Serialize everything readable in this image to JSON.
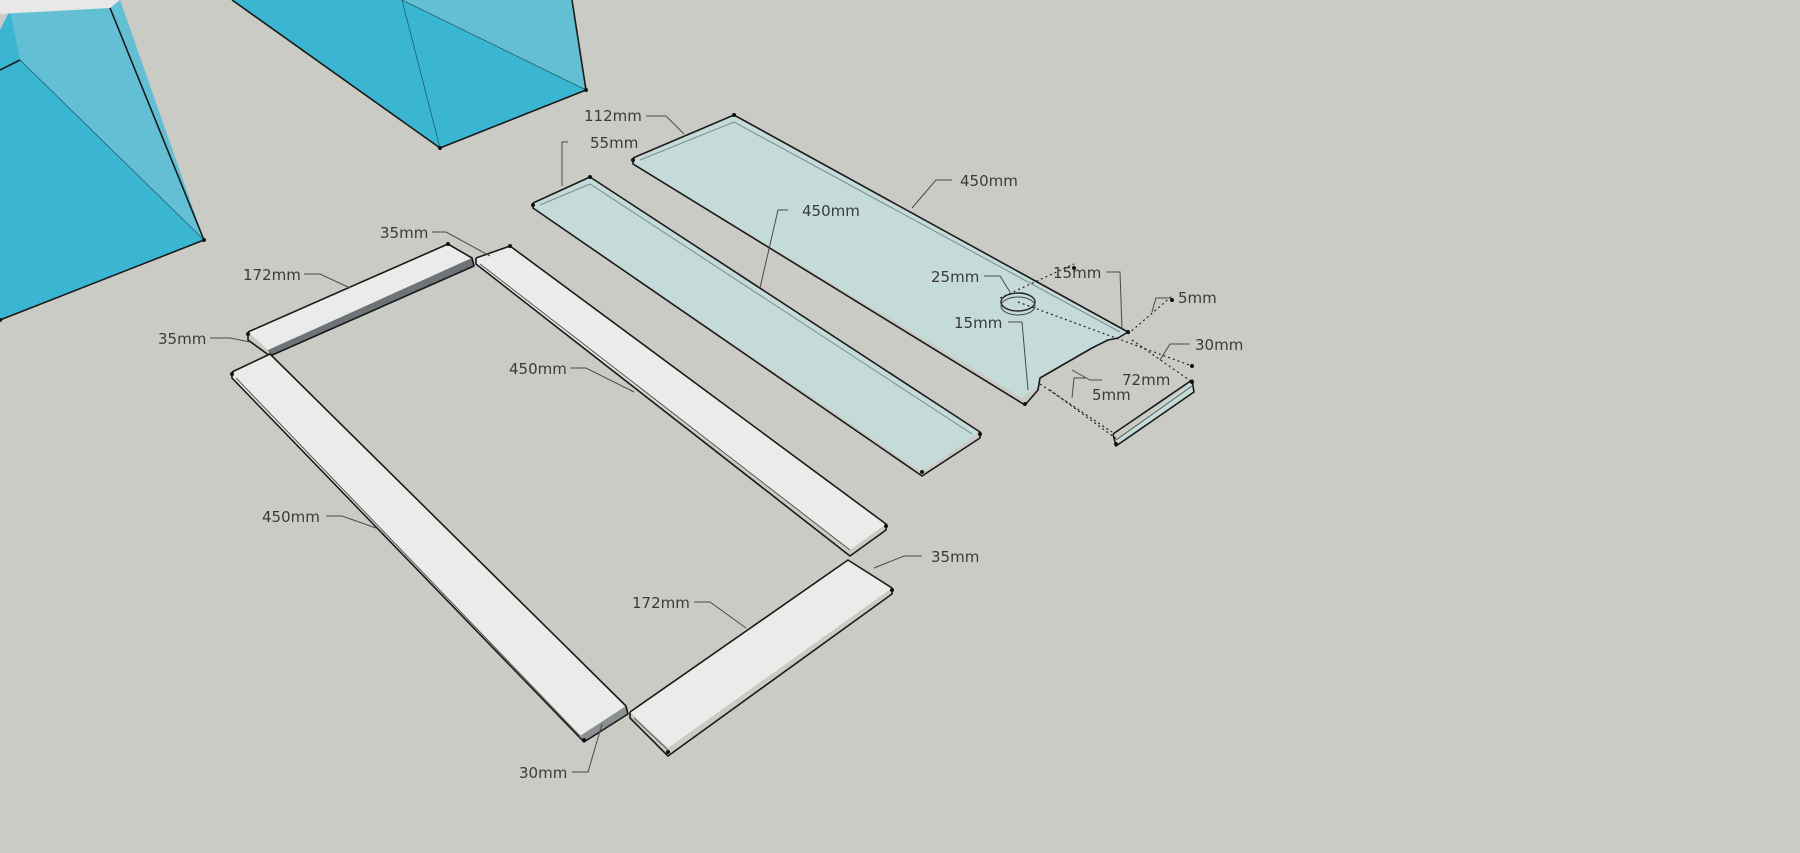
{
  "colors": {
    "background": "#cbcbc6",
    "box_blue": "#3bb6d2",
    "glass": "#c5dbd9",
    "board": "#ebebea",
    "edge": "#1a1a1a"
  },
  "dimensions": {
    "shelf_width": "112mm",
    "shelf_length": "450mm",
    "strip_width": "55mm",
    "strip_length": "450mm",
    "hole_diameter": "25mm",
    "hole_offset_a": "15mm",
    "hole_offset_b": "15mm",
    "notch_a": "5mm",
    "notch_b": "5mm",
    "small_piece_height": "30mm",
    "small_piece_length": "72mm",
    "frame_top_short": "172mm",
    "frame_top_depth": "35mm",
    "frame_left_depth": "35mm",
    "frame_right_long": "450mm",
    "frame_left_long": "450mm",
    "frame_bottom_short": "172mm",
    "frame_bottom_depth": "35mm",
    "frame_thickness": "30mm"
  }
}
